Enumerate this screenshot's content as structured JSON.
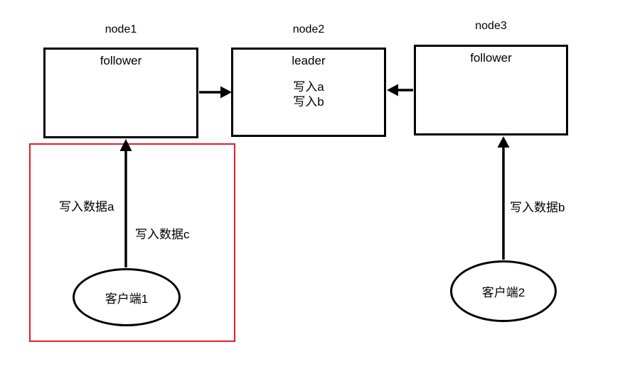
{
  "diagram": {
    "type": "replication-topology-diagram",
    "colors": {
      "stroke": "#000000",
      "highlight_box": "#e02020",
      "background": "#ffffff"
    },
    "nodes": [
      {
        "id": "node1",
        "title": "node1",
        "role": "follower",
        "entries": []
      },
      {
        "id": "node2",
        "title": "node2",
        "role": "leader",
        "entries": [
          "写入a",
          "写入b"
        ]
      },
      {
        "id": "node3",
        "title": "node3",
        "role": "follower",
        "entries": []
      }
    ],
    "clients": [
      {
        "id": "client1",
        "label": "客户端1"
      },
      {
        "id": "client2",
        "label": "客户端2"
      }
    ],
    "edge_labels": {
      "client1_write_a": "写入数据a",
      "client1_write_c": "写入数据c",
      "client2_write_b": "写入数据b"
    },
    "edges": [
      {
        "from": "node1",
        "to": "node2",
        "direction": "right"
      },
      {
        "from": "node3",
        "to": "node2",
        "direction": "left"
      },
      {
        "from": "client1",
        "to": "node1",
        "direction": "up"
      },
      {
        "from": "client2",
        "to": "node3",
        "direction": "up"
      }
    ]
  }
}
